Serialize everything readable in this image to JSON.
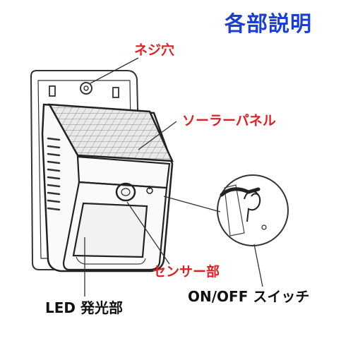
{
  "title": "各部説明",
  "labels": {
    "screw_hole": "ネジ穴",
    "solar_panel": "ソーラーパネル",
    "sensor": "センサー部",
    "led": "LED 発光部",
    "switch": "ON/OFF スイッチ"
  },
  "colors": {
    "title": "#1a3fd8",
    "label_red": "#e02020",
    "label_black": "#111111",
    "line": "#333333"
  }
}
